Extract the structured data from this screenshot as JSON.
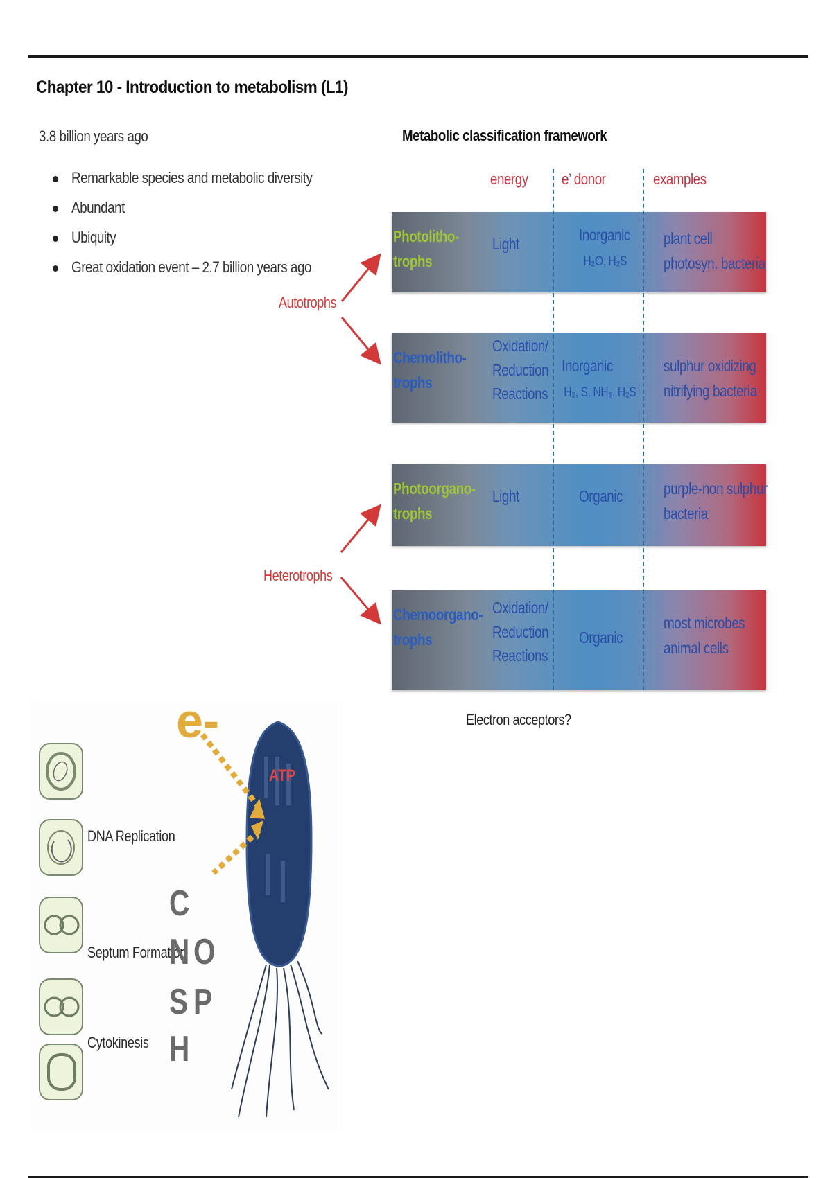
{
  "header": {
    "title": "Chapter 10 - Introduction to metabolism (L1)",
    "subtitle": "3.8 billion years ago"
  },
  "bullets": [
    "Remarkable species and metabolic diversity",
    "Abundant",
    "Ubiquity",
    "Great oxidation event – 2.7 billion years ago"
  ],
  "framework": {
    "title": "Metabolic classification framework",
    "columns": [
      "energy",
      "e’ donor",
      "examples"
    ],
    "groups": [
      {
        "label": "Autotrophs",
        "color": "#d23a3a"
      },
      {
        "label": "Heterotrophs",
        "color": "#d23a3a"
      }
    ],
    "rows": [
      {
        "name_line1": "Photolitho-",
        "name_line2": "trophs",
        "name_color": "green",
        "energy": [
          "Light"
        ],
        "donor_line1": "Inorganic",
        "donor_line2": "H₂O, H₂S",
        "examples": [
          "plant cell",
          "photosyn. bacteria"
        ]
      },
      {
        "name_line1": "Chemolitho-",
        "name_line2": "trophs",
        "name_color": "blue",
        "energy": [
          "Oxidation/",
          "Reduction",
          "Reactions"
        ],
        "donor_line1": "Inorganic",
        "donor_line2": "H₂, S, NH₃, H₂S",
        "examples": [
          "sulphur oxidizing",
          "nitrifying bacteria"
        ]
      },
      {
        "name_line1": "Photoorgano-",
        "name_line2": "trophs",
        "name_color": "green",
        "energy": [
          "Light"
        ],
        "donor_line1": "Organic",
        "donor_line2": "",
        "examples": [
          "purple-non sulphur",
          "bacteria"
        ]
      },
      {
        "name_line1": "Chemoorgano-",
        "name_line2": "trophs",
        "name_color": "blue",
        "energy": [
          "Oxidation/",
          "Reduction",
          "Reactions"
        ],
        "donor_line1": "Organic",
        "donor_line2": "",
        "examples": [
          "most microbes",
          "animal cells"
        ]
      }
    ],
    "footer_question": "Electron acceptors?"
  },
  "colors": {
    "heading_red": "#c8323f",
    "name_green": "#9dc43a",
    "name_blue": "#2a5cc0",
    "value_blue": "#2a4fa8",
    "arrow_red": "#d23a3a",
    "electron_gold": "#e2ac3c",
    "atp_red": "#e0454b",
    "bacterium_navy": "#243f6e"
  },
  "figure": {
    "stages": [
      "DNA Replication",
      "Septum Formation",
      "Cytokinesis"
    ],
    "electron_label": "e-",
    "atp_label": "ATP",
    "elements_col1": [
      "C",
      "N",
      "S",
      "H"
    ],
    "elements_col2": [
      "O",
      "P"
    ]
  }
}
